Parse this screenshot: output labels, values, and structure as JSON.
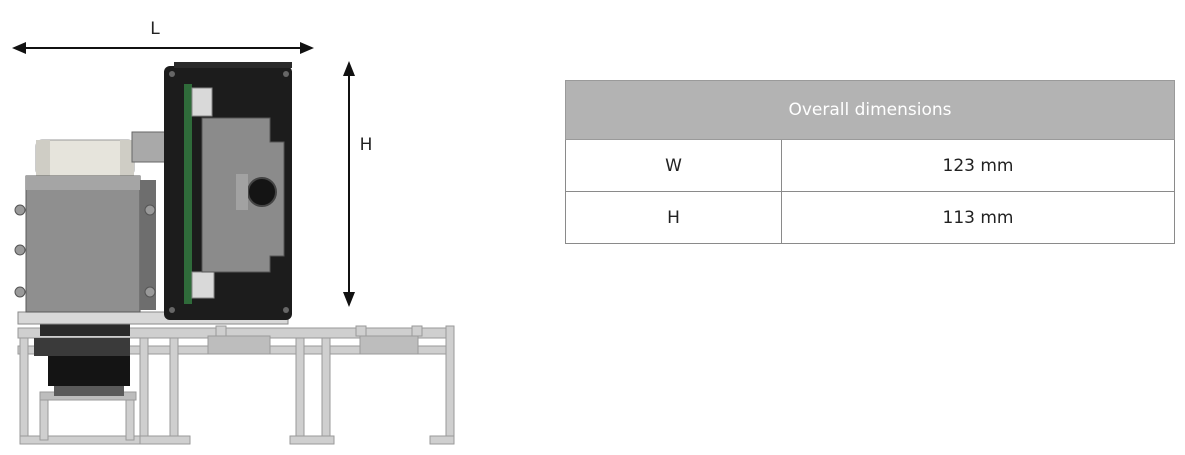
{
  "diagram": {
    "label_l": "L",
    "label_h": "H"
  },
  "table": {
    "header": "Overall dimensions",
    "rows": [
      {
        "label": "W",
        "value": "123 mm"
      },
      {
        "label": "H",
        "value": "113 mm"
      }
    ]
  },
  "colors": {
    "header_bg": "#b3b3b3",
    "header_text": "#ffffff",
    "border": "#8a8a8a",
    "profile": "#c9c9c9",
    "housing": "#1c1c1c",
    "pcb": "#2f6b3a",
    "motor_box": "#8e8e8e"
  }
}
